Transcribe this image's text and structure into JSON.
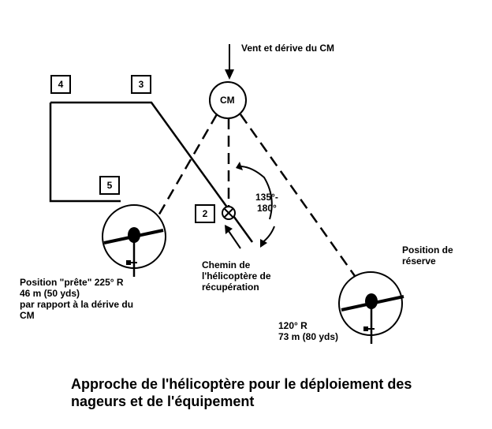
{
  "labels": {
    "wind": "Vent et dérive du CM",
    "cm": "CM",
    "angle": [
      "135°-",
      "180°"
    ],
    "path": [
      "Chemin de",
      "l'hélicoptère de",
      "récupération"
    ],
    "ready": [
      "Position \"prête\" 225° R",
      "46 m (50 yds)",
      "par rapport à la dérive du",
      "CM"
    ],
    "reserve": [
      "Position de",
      "réserve"
    ],
    "reserve_dist": [
      "120° R",
      "73 m (80 yds)"
    ]
  },
  "boxes": {
    "b2": "2",
    "b3": "3",
    "b4": "4",
    "b5": "5"
  },
  "caption": [
    "Approche de l'hélicoptère pour le déploiement des",
    "nageurs et de l'équipement"
  ]
}
